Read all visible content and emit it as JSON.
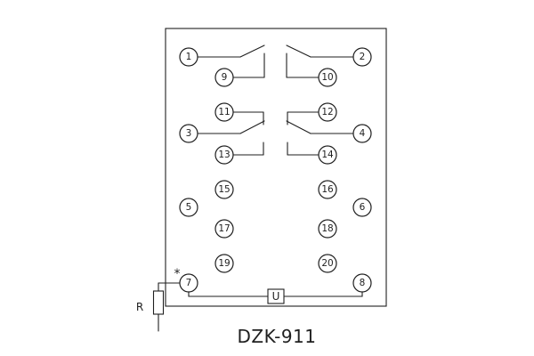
{
  "diagram": {
    "title": "DZK-911",
    "polarity_mark": "*",
    "resistor_label": "R",
    "component_label": "U",
    "terminals": {
      "t1": "1",
      "t2": "2",
      "t3": "3",
      "t4": "4",
      "t5": "5",
      "t6": "6",
      "t7": "7",
      "t8": "8",
      "t9": "9",
      "t10": "10",
      "t11": "11",
      "t12": "12",
      "t13": "13",
      "t14": "14",
      "t15": "15",
      "t16": "16",
      "t17": "17",
      "t18": "18",
      "t19": "19",
      "t20": "20"
    },
    "line_color": "#1f1f1f",
    "background_color": "#ffffff"
  }
}
